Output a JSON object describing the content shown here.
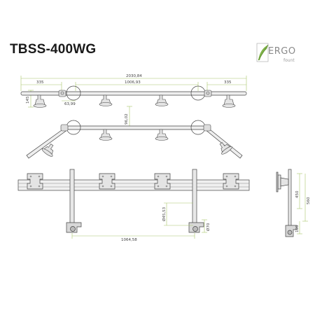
{
  "title": "TBSS-400WG",
  "logo": {
    "word": "ERGO",
    "sub": "fount",
    "accent": "#7fb24a"
  },
  "colors": {
    "dimension": "#a8c66c",
    "line": "#444444",
    "part": "#d8d8d8"
  },
  "top_view": {
    "overall_width": "2030,84",
    "left_offset": "335",
    "center_span": "1006,93",
    "right_offset": "335",
    "small_offset": "63,99",
    "height": "145"
  },
  "angled_view": {
    "depth": "96,02"
  },
  "front_view": {
    "pole_height": "Ø45,53",
    "foot": "Ø70",
    "pole_spacing": "1064,58"
  },
  "side_view": {
    "height_a": "450",
    "height_b": "560",
    "clamp": "105"
  }
}
